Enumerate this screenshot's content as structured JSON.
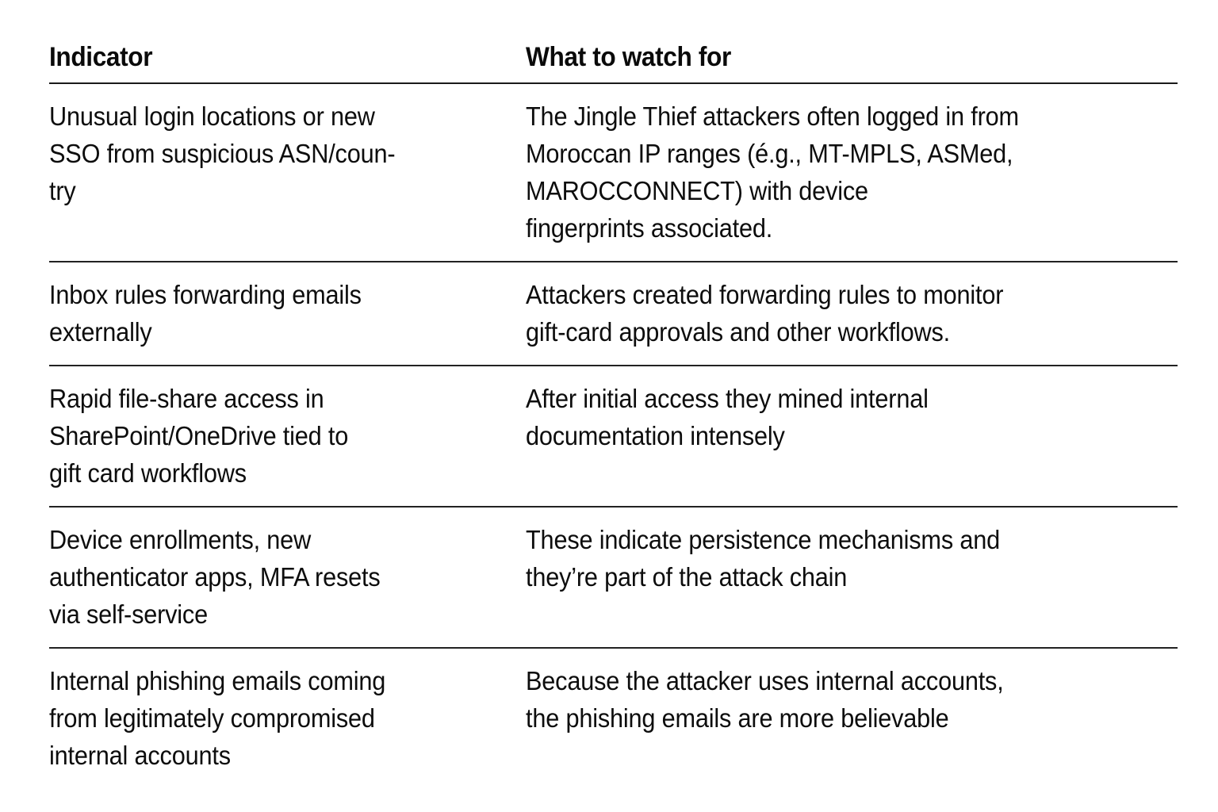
{
  "table": {
    "columns": [
      {
        "key": "indicator",
        "label": "Indicator"
      },
      {
        "key": "watch_for",
        "label": "What to watch for"
      }
    ],
    "rows": [
      {
        "indicator": "Unusual login locations or new\nSSO from suspicious ASN/coun-\ntry",
        "watch_for": "The Jingle Thief attackers often logged in from\nMoroccan IP ranges (é.g., MT-MPLS, ASMed,\nMAROCCONNECT) with device\nfingerprints associated."
      },
      {
        "indicator": "Inbox rules forwarding emails\nexternally",
        "watch_for": "Attackers created forwarding rules to monitor\ngift-card approvals and other workflows."
      },
      {
        "indicator": "Rapid file-share access in\nSharePoint/OneDrive tied to\ngift card workflows",
        "watch_for": "After initial access they mined internal\ndocumentation intensely"
      },
      {
        "indicator": "Device enrollments, new\nauthenticator apps, MFA resets\nvia self-service",
        "watch_for": "These indicate persistence mechanisms and\nthey’re part of the attack chain"
      },
      {
        "indicator": "Internal phishing emails coming\nfrom legitimately compromised\ninternal accounts",
        "watch_for": "Because the attacker uses internal accounts,\nthe phishing emails are more believable"
      }
    ]
  },
  "colors": {
    "background": "#ffffff",
    "text": "#0d0d0d",
    "heading": "#0a0a0a",
    "rule": "#1a1a1a"
  }
}
